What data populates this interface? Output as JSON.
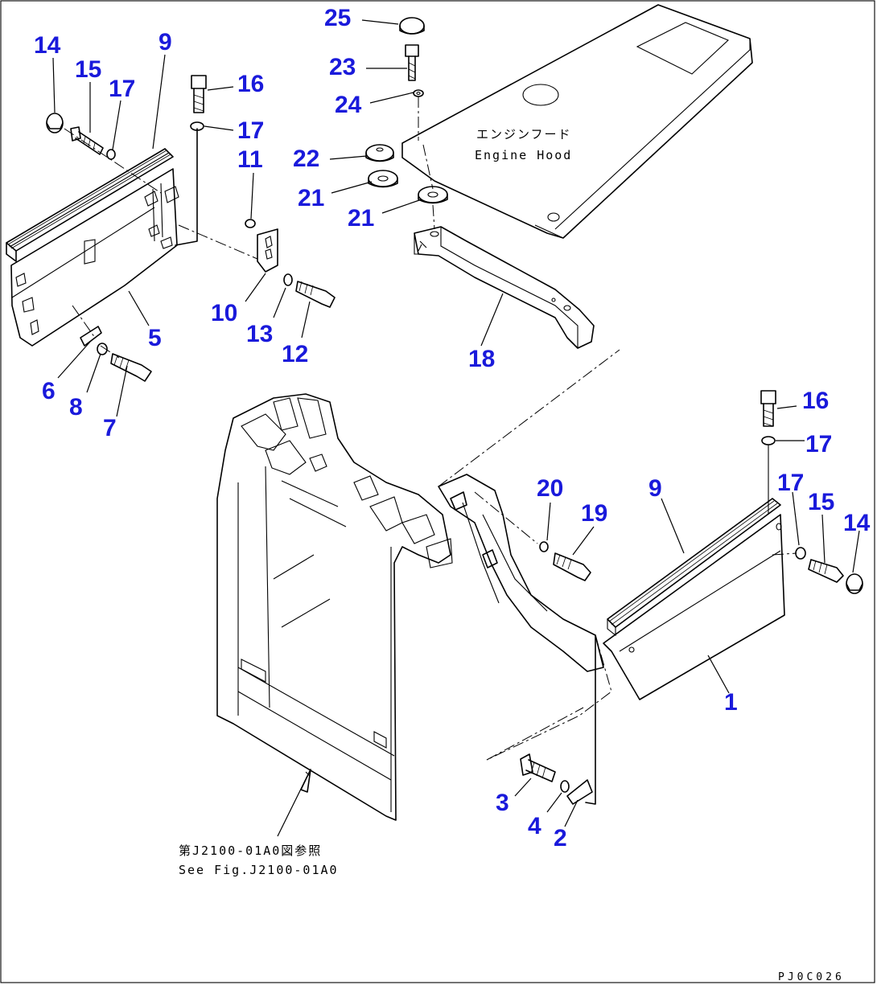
{
  "labels": [
    {
      "id": "14a",
      "text": "14"
    },
    {
      "id": "15a",
      "text": "15"
    },
    {
      "id": "17a",
      "text": "17"
    },
    {
      "id": "9a",
      "text": "9"
    },
    {
      "id": "16a",
      "text": "16"
    },
    {
      "id": "17b",
      "text": "17"
    },
    {
      "id": "11",
      "text": "11"
    },
    {
      "id": "10",
      "text": "10"
    },
    {
      "id": "13",
      "text": "13"
    },
    {
      "id": "12",
      "text": "12"
    },
    {
      "id": "5",
      "text": "5"
    },
    {
      "id": "6",
      "text": "6"
    },
    {
      "id": "8",
      "text": "8"
    },
    {
      "id": "7",
      "text": "7"
    },
    {
      "id": "25",
      "text": "25"
    },
    {
      "id": "23",
      "text": "23"
    },
    {
      "id": "24",
      "text": "24"
    },
    {
      "id": "22",
      "text": "22"
    },
    {
      "id": "21a",
      "text": "21"
    },
    {
      "id": "21b",
      "text": "21"
    },
    {
      "id": "18",
      "text": "18"
    },
    {
      "id": "16b",
      "text": "16"
    },
    {
      "id": "17c",
      "text": "17"
    },
    {
      "id": "20",
      "text": "20"
    },
    {
      "id": "19",
      "text": "19"
    },
    {
      "id": "9b",
      "text": "9"
    },
    {
      "id": "17d",
      "text": "17"
    },
    {
      "id": "15b",
      "text": "15"
    },
    {
      "id": "14b",
      "text": "14"
    },
    {
      "id": "1",
      "text": "1"
    },
    {
      "id": "3",
      "text": "3"
    },
    {
      "id": "4",
      "text": "4"
    },
    {
      "id": "2",
      "text": "2"
    }
  ],
  "annotations": {
    "engine_hood_jp": "エンジンフード",
    "engine_hood_en": "Engine Hood",
    "ref_jp": "第J2100-01A0図参照",
    "ref_en": "See Fig.J2100-01A0",
    "drawing_code": "PJ0C026"
  },
  "colors": {
    "label": "#1a1adb",
    "line": "#000000",
    "background": "#ffffff"
  }
}
